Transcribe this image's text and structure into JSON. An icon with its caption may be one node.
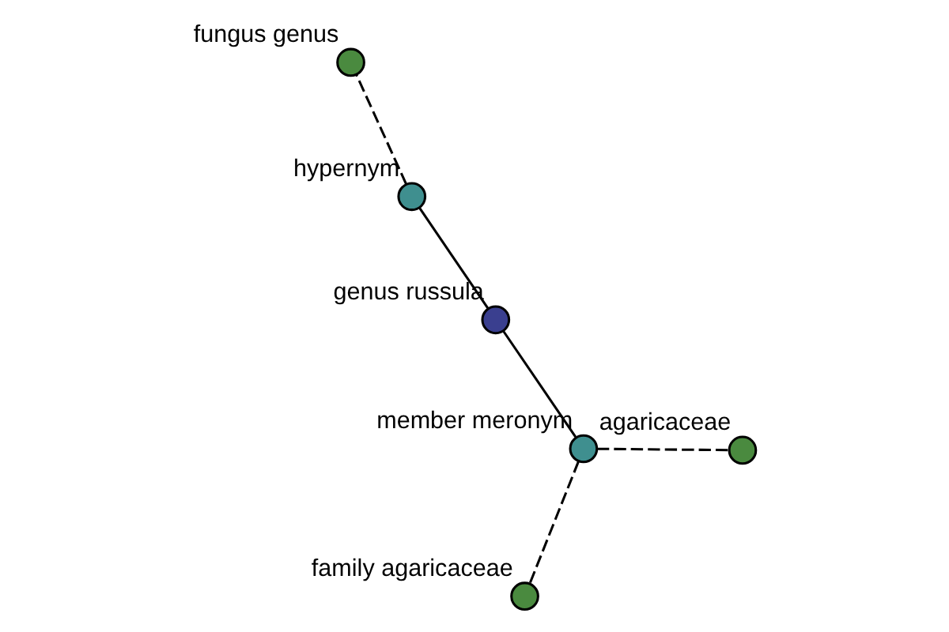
{
  "diagram": {
    "nodes": [
      {
        "text": [],
        "shape": "circle",
        "beside": [
          "genus russula"
        ]
      },
      {
        "text": [],
        "shape": "circle",
        "beside": [
          "member meronym"
        ]
      },
      {
        "text": [],
        "shape": "circle",
        "beside": [
          "family agaricaceae"
        ]
      },
      {
        "text": [],
        "shape": "circle",
        "beside": [
          "hypernym"
        ]
      },
      {
        "text": [],
        "shape": "circle",
        "beside": [
          "agaricaceae"
        ]
      },
      {
        "text": [],
        "shape": "circle",
        "beside": [
          "fungus genus"
        ]
      }
    ],
    "edges": [
      {
        "from": 0,
        "to": 1,
        "arrow": "none"
      },
      {
        "from": 1,
        "to": 2,
        "arrow": "none",
        "style": "dashed"
      },
      {
        "from": 1,
        "to": 4,
        "arrow": "none",
        "style": "dashed"
      },
      {
        "from": 0,
        "to": 3,
        "arrow": "none"
      },
      {
        "from": 3,
        "to": 5,
        "arrow": "none",
        "style": "dashed"
      }
    ]
  }
}
